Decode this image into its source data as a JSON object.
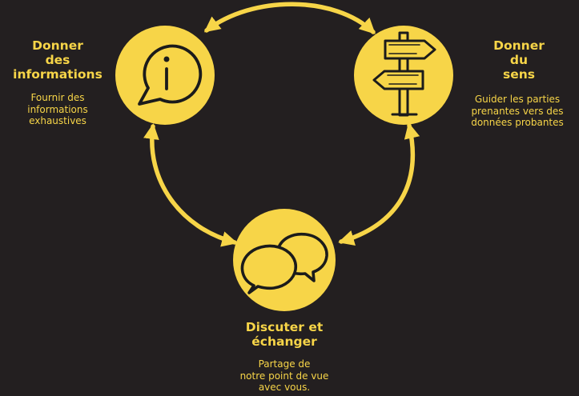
{
  "colors": {
    "background": "#231f20",
    "accent": "#f7d548",
    "ink": "#1b1b1b"
  },
  "nodes": {
    "info": {
      "icon": "info-speech-bubble-icon",
      "title_lines": [
        "Donner",
        "des",
        "informations"
      ],
      "desc_lines": [
        "Fournir des",
        "informations",
        "exhaustives"
      ]
    },
    "sens": {
      "icon": "signpost-icon",
      "title_lines": [
        "Donner",
        "du",
        "sens"
      ],
      "desc_lines": [
        "Guider les parties",
        "prenantes vers des",
        "données probantes"
      ]
    },
    "discuss": {
      "icon": "chat-bubbles-icon",
      "title_lines": [
        "Discuter et",
        "échanger"
      ],
      "desc_lines": [
        "Partage de",
        "notre point de vue",
        "avec vous."
      ]
    }
  },
  "edges": [
    {
      "from": "info",
      "to": "sens",
      "style": "double-arrow"
    },
    {
      "from": "sens",
      "to": "discuss",
      "style": "double-arrow"
    },
    {
      "from": "discuss",
      "to": "info",
      "style": "double-arrow"
    }
  ]
}
